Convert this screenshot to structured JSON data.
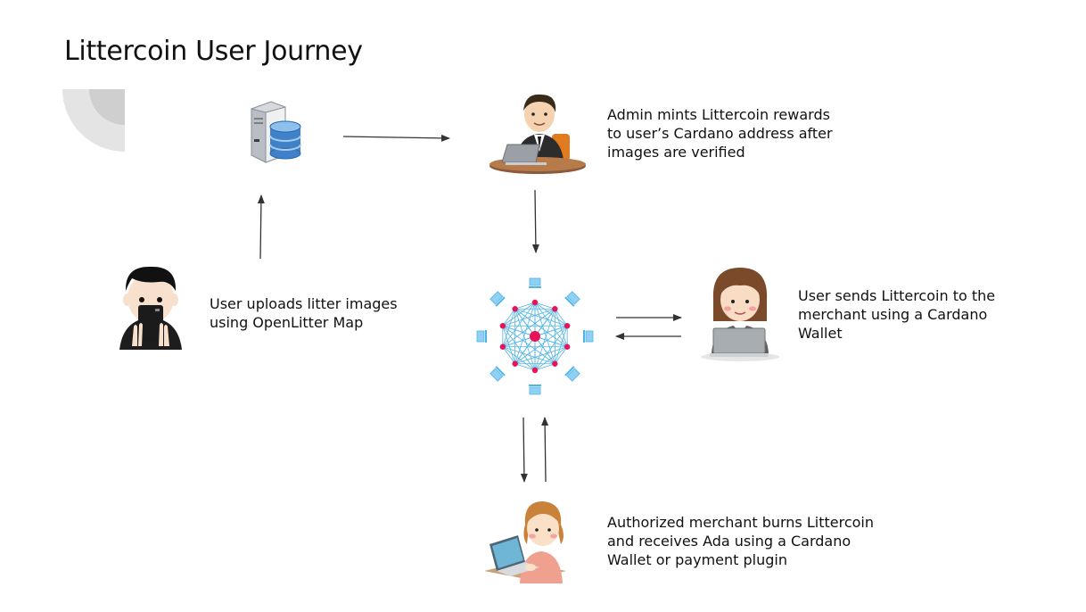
{
  "diagram": {
    "title": "Littercoin User Journey",
    "nodes": {
      "server": {
        "icon": "database-server-icon"
      },
      "admin": {
        "icon": "admin-at-laptop-icon",
        "label": "Admin mints Littercoin rewards\nto user’s Cardano address after\nimages are verified"
      },
      "uploader": {
        "icon": "user-with-phone-icon",
        "label": "User uploads litter images\nusing OpenLitter Map"
      },
      "network": {
        "icon": "blockchain-network-icon"
      },
      "user": {
        "icon": "woman-at-laptop-icon",
        "label": "User sends Littercoin to the\nmerchant using a Cardano\nWallet"
      },
      "merchant": {
        "icon": "merchant-at-laptop-icon",
        "label": "Authorized merchant burns Littercoin\nand receives Ada using a Cardano\nWallet or payment plugin"
      }
    },
    "edges": [
      {
        "from": "uploader",
        "to": "server"
      },
      {
        "from": "server",
        "to": "admin"
      },
      {
        "from": "admin",
        "to": "network"
      },
      {
        "from": "network",
        "to": "user"
      },
      {
        "from": "user",
        "to": "network"
      },
      {
        "from": "network",
        "to": "merchant"
      },
      {
        "from": "merchant",
        "to": "network"
      }
    ],
    "colors": {
      "arrow": "#333333",
      "network_line": "#4fb3e8",
      "network_node": "#e8145a",
      "decor": "#d9d9d9"
    }
  }
}
